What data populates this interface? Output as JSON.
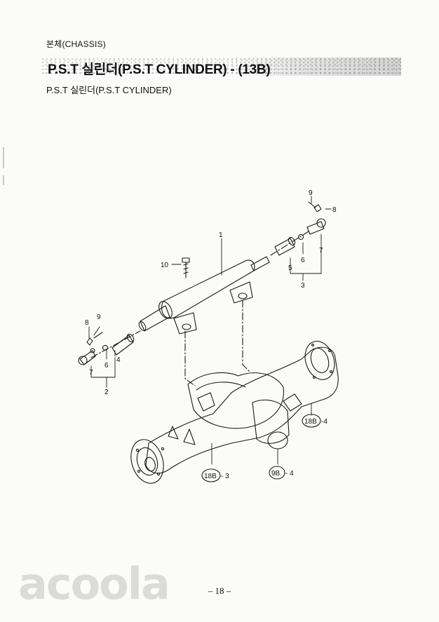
{
  "header": {
    "section": "본체(CHASSIS)",
    "title": "P.S.T 실린더(P.S.T CYLINDER) - (13B)",
    "subtitle": "P.S.T 실린더(P.S.T CYLINDER)"
  },
  "diagram": {
    "callouts": {
      "c1": "1",
      "c2": "2",
      "c3": "3",
      "c4": "4",
      "c5": "5",
      "c6_left": "6",
      "c6_right": "6",
      "c7_left": "7",
      "c7_right": "7",
      "c8_left": "8",
      "c8_right": "8",
      "c9_left": "9",
      "c9_right": "9",
      "c10": "10"
    },
    "references": {
      "ref_18b_4": {
        "ref": "18B",
        "item": "-4"
      },
      "ref_18b_3": {
        "ref": "18B",
        "item": "- 3"
      },
      "ref_9b_4": {
        "ref": "9B",
        "item": "- 4"
      }
    }
  },
  "footer": {
    "page_number": "– 18 –"
  },
  "watermark": "acoola"
}
